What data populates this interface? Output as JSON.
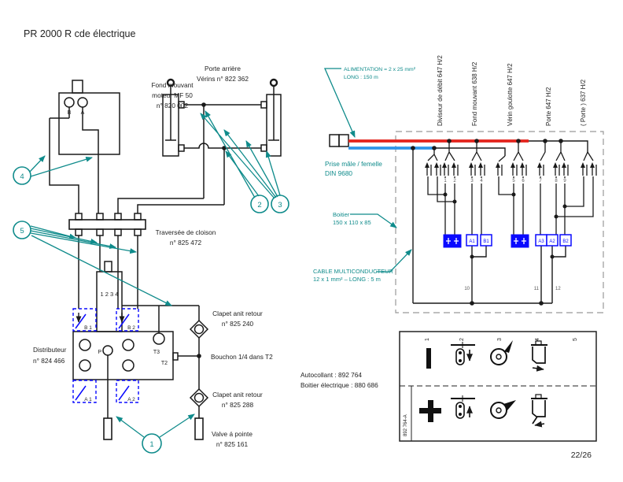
{
  "title": "PR 2000 R cde électrique",
  "page": "22/26",
  "hydraulic": {
    "motor": {
      "l1": "Fond mouvant",
      "l2": "moteur MF 50",
      "l3": "n° 820 002",
      "port_b": "B",
      "port_a": "A"
    },
    "door": {
      "l1": "Porte arrière",
      "l2": "Vérins n° 822 362"
    },
    "bulkhead": {
      "l1": "Traversée de cloison",
      "l2": "n° 825 472"
    },
    "distributor": {
      "l1": "Distributeur",
      "l2": "n° 824 466",
      "spool": "1 2 3 4",
      "p": "P",
      "t3": "T3",
      "t2": "T2",
      "b1": "B 1",
      "b2": "B 2",
      "a1": "A 1",
      "a2": "A 2"
    },
    "check1": {
      "l1": "Clapet anit retour",
      "l2": "n° 825 240"
    },
    "plug": "Bouchon 1/4 dans T2",
    "check2": {
      "l1": "Clapet anit retour",
      "l2": "n° 825 288"
    },
    "needle": {
      "l1": "Valve á pointe",
      "l2": "n° 825 161"
    },
    "callout1": "1",
    "callout2": "2",
    "callout3": "3",
    "callout4": "4",
    "callout5": "5"
  },
  "electric": {
    "supply": {
      "l1": "ALIMENTATION = 2 x 25 mm²",
      "l2": "LONG : 150 m"
    },
    "plug": {
      "l1": "Prise mâle / femelle",
      "l2": "DIN 9680"
    },
    "box": {
      "l1": "Boitier",
      "l2": "150 x 110 x 85"
    },
    "cable": {
      "l1": "CABLE MULTICONDUCTEUR",
      "l2": "12 x 1 mm²  –  LONG : 5 m"
    },
    "circuits": [
      "Diviseur de débit 647 H/2",
      "Fond mouvant 638 H/2",
      "Vérin goulotte 647 H/2",
      "Porte 647 H/2",
      "( Porte ) 637 H/2"
    ],
    "terminals": [
      "1",
      "2",
      "3",
      "4",
      "5",
      "6",
      "7",
      "8",
      "9"
    ],
    "bottom_terminals": [
      "10",
      "11",
      "12"
    ],
    "coils": [
      "A1",
      "B1",
      "A3",
      "A2",
      "B2"
    ],
    "sticker": "Autocollant : 892 764",
    "ebox": "Boitier électrique : 880 686"
  },
  "legend": {
    "cols": [
      "1",
      "2",
      "3",
      "4",
      "5"
    ],
    "side": "892 764-A"
  },
  "colors": {
    "teal": "#0f8b8b",
    "blue": "#0a0aff",
    "red": "#e3231c",
    "wire_blue": "#2e96e8"
  }
}
